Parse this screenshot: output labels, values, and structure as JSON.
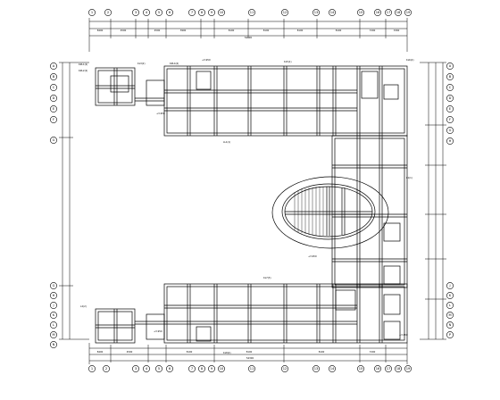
{
  "drawing": {
    "top_axis_labels": [
      "1",
      "2",
      "3",
      "4",
      "5",
      "6",
      "7",
      "8",
      "9",
      "10",
      "11",
      "12",
      "13",
      "14",
      "15",
      "16",
      "17",
      "18",
      "19"
    ],
    "bottom_axis_labels": [
      "1",
      "2",
      "3",
      "4",
      "5",
      "6",
      "7",
      "8",
      "9",
      "10",
      "11",
      "12",
      "13",
      "14",
      "15",
      "16",
      "17",
      "18",
      "19"
    ],
    "left_axis_labels_upper": [
      "A",
      "B",
      "C",
      "D",
      "E",
      "F"
    ],
    "left_axis_labels_lower": [
      "H",
      "J",
      "K",
      "L",
      "M",
      "N"
    ],
    "left_mid_labels": [
      "G",
      "G"
    ],
    "right_axis_labels": [
      "A",
      "B",
      "C",
      "D",
      "E",
      "F",
      "G",
      "H",
      "J",
      "K",
      "L",
      "M",
      "N",
      "P"
    ],
    "dimension_labels": [
      "8400",
      "4500",
      "4500",
      "3900",
      "8100",
      "8100",
      "8100",
      "8100",
      "7200",
      "3300",
      "54300"
    ],
    "member_labels": [
      "KZL1(2)",
      "KZL2(2)",
      "KL3(2)",
      "KZL4(2)",
      "KL5(1)",
      "KL6(2)",
      "LL1(1)",
      "L1(1)",
      "L2(2)",
      "KL7(3)",
      "KL8(2)"
    ],
    "elevation_marks": [
      "+3.950",
      "+3.950",
      "+3.950",
      "+3.950",
      "+3.950"
    ]
  }
}
